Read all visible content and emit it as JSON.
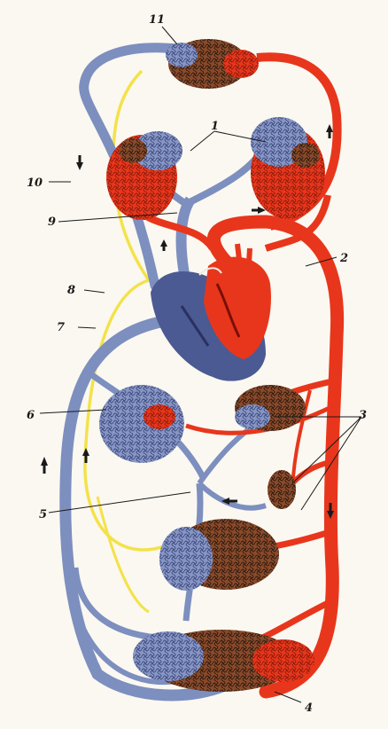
{
  "labels": {
    "l1": "1",
    "l2": "2",
    "l3": "3",
    "l4": "4",
    "l5": "5",
    "l6": "6",
    "l7": "7",
    "l8": "8",
    "l9": "9",
    "l10": "10",
    "l11": "11"
  },
  "colors": {
    "arterial": "#e8361c",
    "arterial_dark": "#c42410",
    "venous": "#7d8fbf",
    "venous_dark": "#4b5a92",
    "lymph": "#f3e24a",
    "capillary_mix": "#6b4a2a",
    "background": "#fbf8f1",
    "label": "#1a1a1a"
  }
}
